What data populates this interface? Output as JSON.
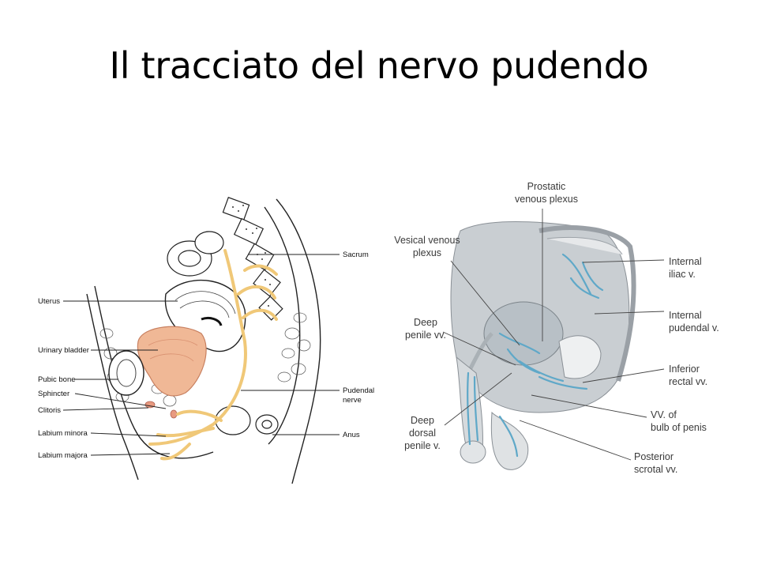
{
  "slide": {
    "title": "Il tracciato del nervo pudendo"
  },
  "left_figure": {
    "labels": {
      "uterus": "Uterus",
      "urinary_bladder": "Urinary bladder",
      "pubic_bone": "Pubic bone",
      "sphincter": "Sphincter",
      "clitoris": "Clitoris",
      "labium_minora": "Labium minora",
      "labium_majora": "Labium majora",
      "sacrum": "Sacrum",
      "pudendal_nerve_line1": "Pudendal",
      "pudendal_nerve_line2": "nerve",
      "anus": "Anus"
    }
  },
  "right_figure": {
    "labels": {
      "prostatic_line1": "Prostatic",
      "prostatic_line2": "venous plexus",
      "vesical_line1": "Vesical venous",
      "vesical_line2": "plexus",
      "deep_penile_line1": "Deep",
      "deep_penile_line2": "penile vv.",
      "deep_dorsal_line1": "Deep",
      "deep_dorsal_line2": "dorsal",
      "deep_dorsal_line3": "penile v.",
      "internal_iliac_line1": "Internal",
      "internal_iliac_line2": "iliac v.",
      "internal_pudendal_line1": "Internal",
      "internal_pudendal_line2": "pudendal v.",
      "inferior_rectal_line1": "Inferior",
      "inferior_rectal_line2": "rectal vv.",
      "bulb_line1": "VV. of",
      "bulb_line2": "bulb of penis",
      "posterior_scrotal_line1": "Posterior",
      "posterior_scrotal_line2": "scrotal vv."
    }
  },
  "colors": {
    "nerve": "#f0c878",
    "bladder": "#f0b896",
    "vein": "#5fa8c8",
    "tissue": "#c9ced2"
  }
}
